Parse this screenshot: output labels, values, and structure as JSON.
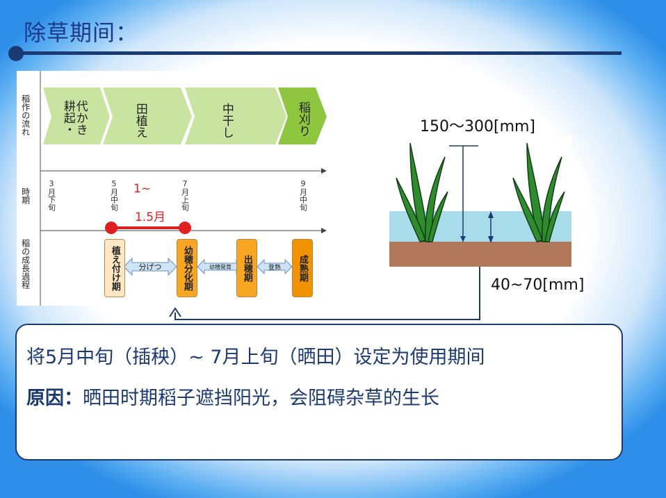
{
  "slide": {
    "title": "除草期间："
  },
  "timeline": {
    "row_headers": {
      "flow": "稲作の流れ",
      "time": "時期",
      "growth": "稲の成長過程"
    },
    "flow_stages": [
      "代かき耕起・",
      "田植え",
      "中干し",
      "稲刈り"
    ],
    "time_labels": [
      "3月下旬",
      "5月中旬",
      "7月上旬",
      "9月中旬"
    ],
    "period_top": "1~",
    "period_bottom": "1.5月",
    "growth_stages": [
      "植え付け期",
      "幼穂分化期",
      "出穂期",
      "成熟期"
    ],
    "growth_transitions": [
      "分げつ",
      "幼穂発育",
      "登熟"
    ],
    "colors": {
      "arrow_light": "#c9e4a0",
      "arrow_dark": "#8fc63f",
      "stage_light": "#fde7c4",
      "stage_orange": "#f6a623",
      "stage_deep": "#f39200",
      "period_red": "#e02020"
    }
  },
  "rice_diagram": {
    "height_label": "150～300[mm]",
    "water_label": "40~70[mm]",
    "colors": {
      "water": "#a8dcea",
      "soil": "#b0775a",
      "plant": "#2e8b2e"
    }
  },
  "callout": {
    "line1": "将5月中旬（插秧）~ 7月上旬（晒田）设定为使用期间",
    "reason_label": "原因：",
    "reason_text": "晒田时期稻子遮挡阳光，会阻碍杂草的生长"
  }
}
